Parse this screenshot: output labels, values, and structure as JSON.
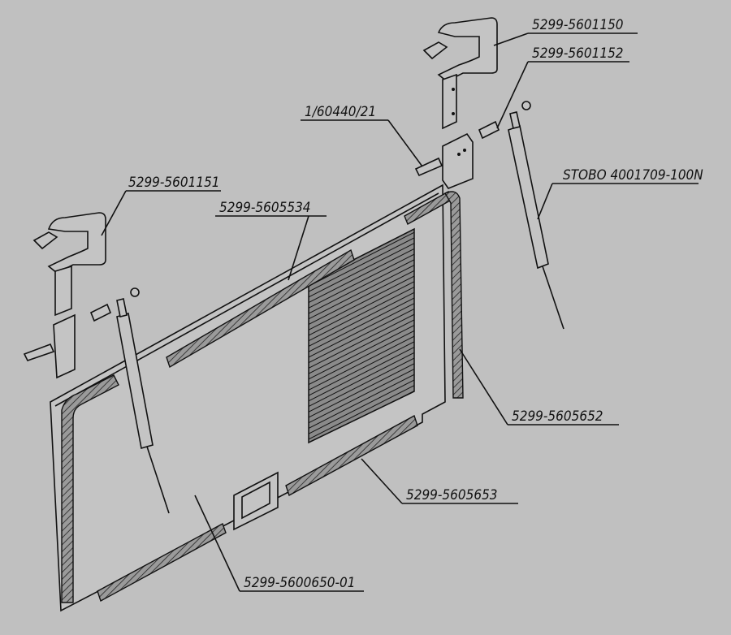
{
  "diagram": {
    "background_color": "#c0c0c0",
    "line_color": "#111111",
    "labels": {
      "hinge_top_right": "5299-5601150",
      "bushing_top_right": "5299-5601152",
      "bolt": "1/60440/21",
      "gas_strut": "STOBO 4001709-100N",
      "hinge_left": "5299-5601151",
      "seal_top": "5299-5605534",
      "seal_right": "5299-5605652",
      "seal_bottom": "5299-5605653",
      "panel": "5299-5600650-01"
    }
  }
}
